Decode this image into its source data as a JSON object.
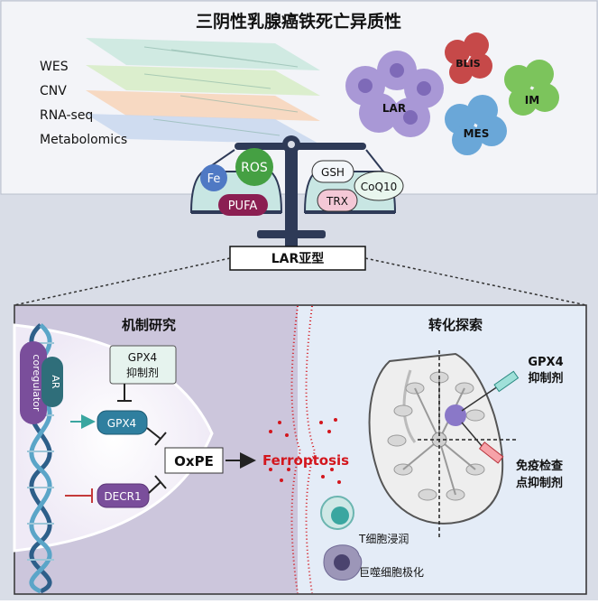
{
  "title": "三阴性乳腺癌铁死亡异质性",
  "omics_layers": [
    "WES",
    "CNV",
    "RNA-seq",
    "Metabolomics"
  ],
  "subtypes": [
    "BLIS",
    "LAR",
    "IM",
    "MES"
  ],
  "scale": {
    "left_pan": [
      "Fe",
      "ROS",
      "PUFA"
    ],
    "right_pan": [
      "GSH",
      "CoQ10",
      "TRX"
    ]
  },
  "focus_subtype": "LAR亚型",
  "mechanism": {
    "title": "机制研究",
    "ar_label": "AR",
    "coregulator_label": "coregulator",
    "inhibitor_line1": "GPX4",
    "inhibitor_line2": "抑制剂",
    "gpx4": "GPX4",
    "decr1": "DECR1",
    "oxpe": "OxPE",
    "ferroptosis": "Ferroptosis"
  },
  "translation": {
    "title": "转化探索",
    "gpx4_inhibitor_line1": "GPX4",
    "gpx4_inhibitor_line2": "抑制剂",
    "checkpoint_line1": "免疫检查",
    "checkpoint_line2": "点抑制剂",
    "tcell_label": "T细胞浸润",
    "macrophage_label": "巨噬细胞极化"
  },
  "colors": {
    "top_bg": "#f3f4f8",
    "bottom_bg": "#d9dde7",
    "mechanism_bg": "#ccc6dc",
    "translation_bg": "#e4ecf7",
    "teal": "#3aa6a0",
    "fe": "#4f79c4",
    "ros": "#45a043",
    "pufa": "#8b1f52",
    "gsh": "#f4f7fb",
    "coq10": "#e9f6ee",
    "trx": "#f4c8d6",
    "gpx4": "#2f7f9f",
    "decr1": "#7a4e9b",
    "ferroptosis": "#d3161d",
    "inhibit_red": "#c43a3a",
    "lar": "#a998d6",
    "blis": "#c64949",
    "im": "#7cc45c",
    "mes": "#6aa7d8"
  }
}
